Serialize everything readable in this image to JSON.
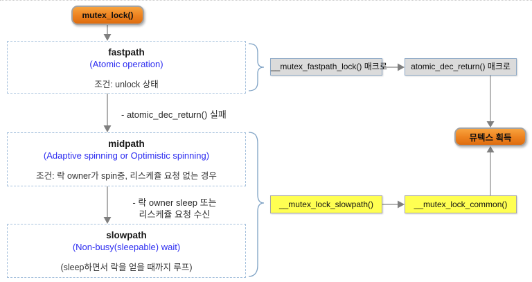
{
  "diagram": {
    "nodes": {
      "mutex_lock": "mutex_lock()",
      "mutex_acquired": "뮤텍스 획득",
      "fastpath_macro": "__mutex_fastpath_lock() 매크로",
      "atomic_macro": "atomic_dec_return() 매크로",
      "slowpath_fn": "__mutex_lock_slowpath()",
      "common_fn": "__mutex_lock_common()"
    },
    "paths": [
      {
        "title": "fastpath",
        "subtitle": "(Atomic operation)",
        "condition": "조건: unlock 상태"
      },
      {
        "title": "midpath",
        "subtitle": "(Adaptive spinning or Optimistic spinning)",
        "condition": "조건: 락 owner가 spin중, 리스케쥴 요청 없는 경우"
      },
      {
        "title": "slowpath",
        "subtitle": "(Non-busy(sleepable) wait)",
        "condition": "(sleep하면서 락을 얻을 때까지 루프)"
      }
    ],
    "edges": {
      "fastpath_fail": "- atomic_dec_return() 실패",
      "midpath_fail_line1": "- 락 owner sleep 또는",
      "midpath_fail_line2": "리스케쥴 요청 수신"
    },
    "colors": {
      "accent_orange": "#ee8421",
      "node_gray": "#dbdbdb",
      "node_yellow": "#ffff52",
      "subtitle_blue": "#2b2bf0",
      "dashed_border": "#a6c1dd",
      "connector_gray": "#8f8f8f",
      "brace_blue": "#7da1c4"
    }
  }
}
